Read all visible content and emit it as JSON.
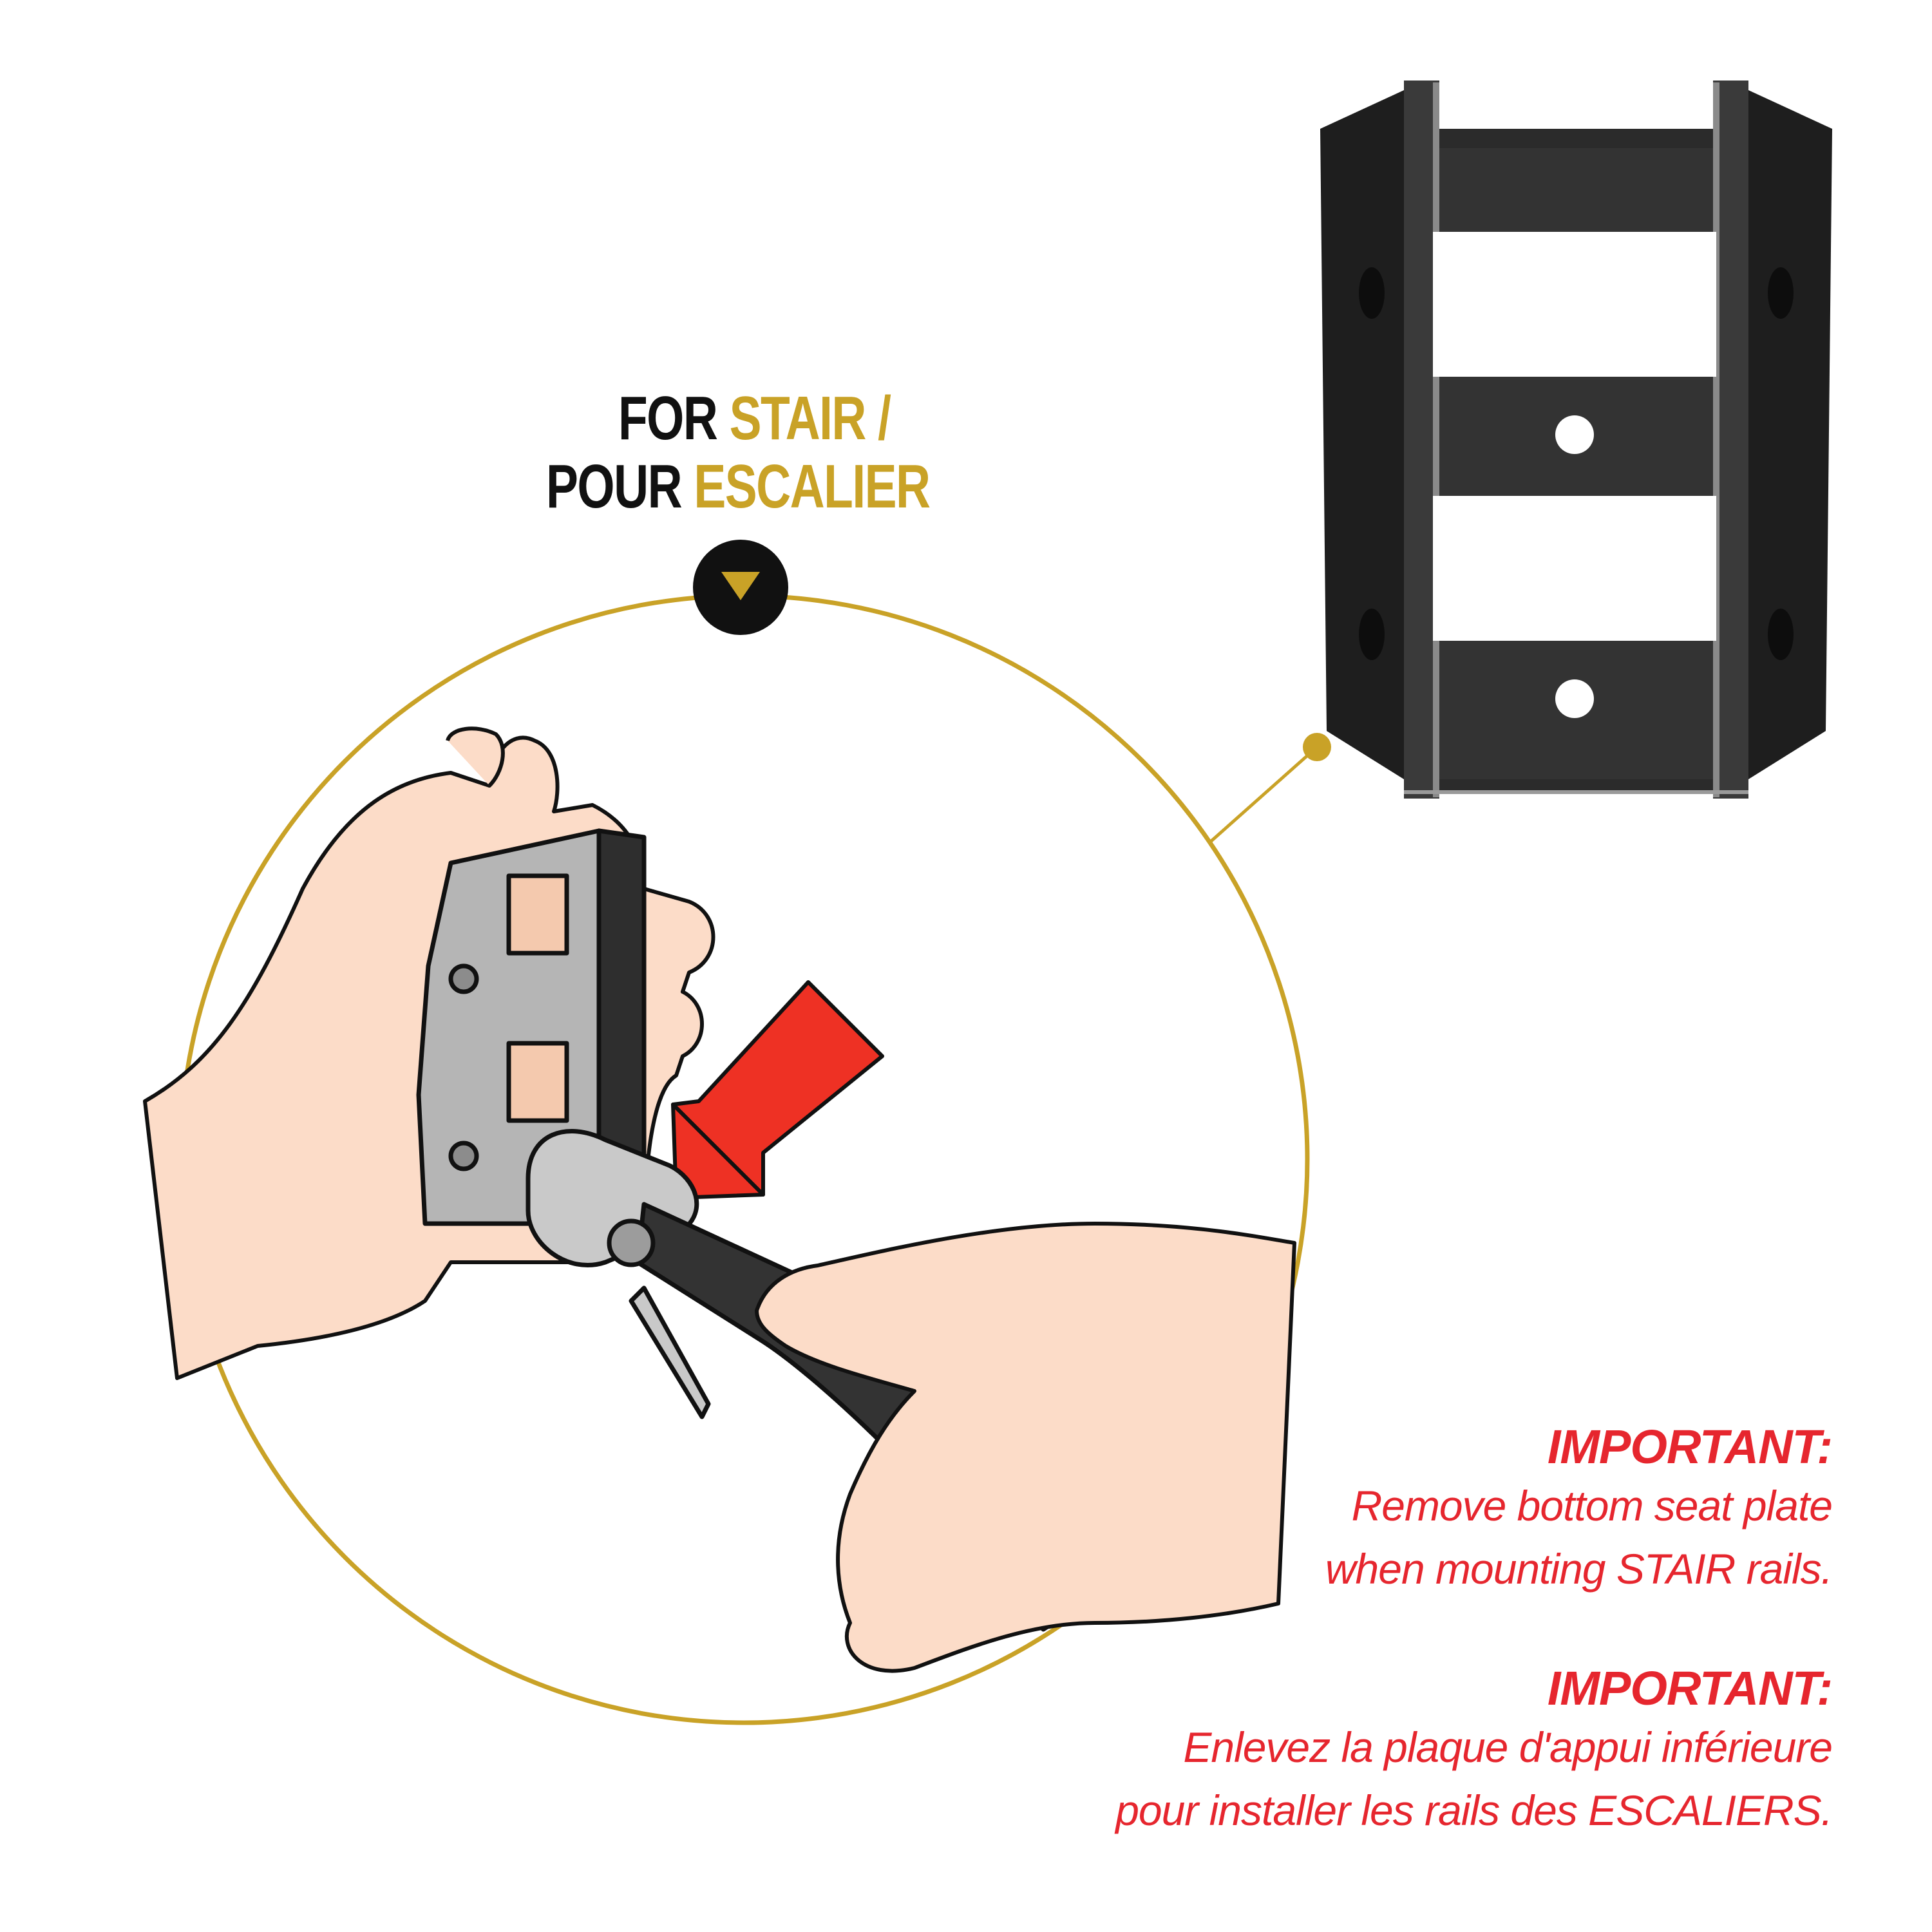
{
  "header": {
    "line1_black": "FOR",
    "line1_gold": "STAIR",
    "line1_slash": "/",
    "line2_black": "POUR",
    "line2_gold": "ESCALIER"
  },
  "notes": [
    {
      "heading": "IMPORTANT:",
      "line1": "Remove bottom seat plate",
      "line2": "when mounting STAIR rails."
    },
    {
      "heading": "IMPORTANT:",
      "line1": "Enlevez la plaque d'appui inférieure",
      "line2": "pour installer les rails des ESCALIERS."
    }
  ],
  "colors": {
    "gold": "#c9a227",
    "red_text": "#e6262e",
    "red_arrow": "#ee3124",
    "black": "#111111",
    "skin": "#fcdcc8"
  },
  "icons": {
    "down_marker": "triangle-down-icon",
    "pointer": "red-arrow-icon"
  }
}
